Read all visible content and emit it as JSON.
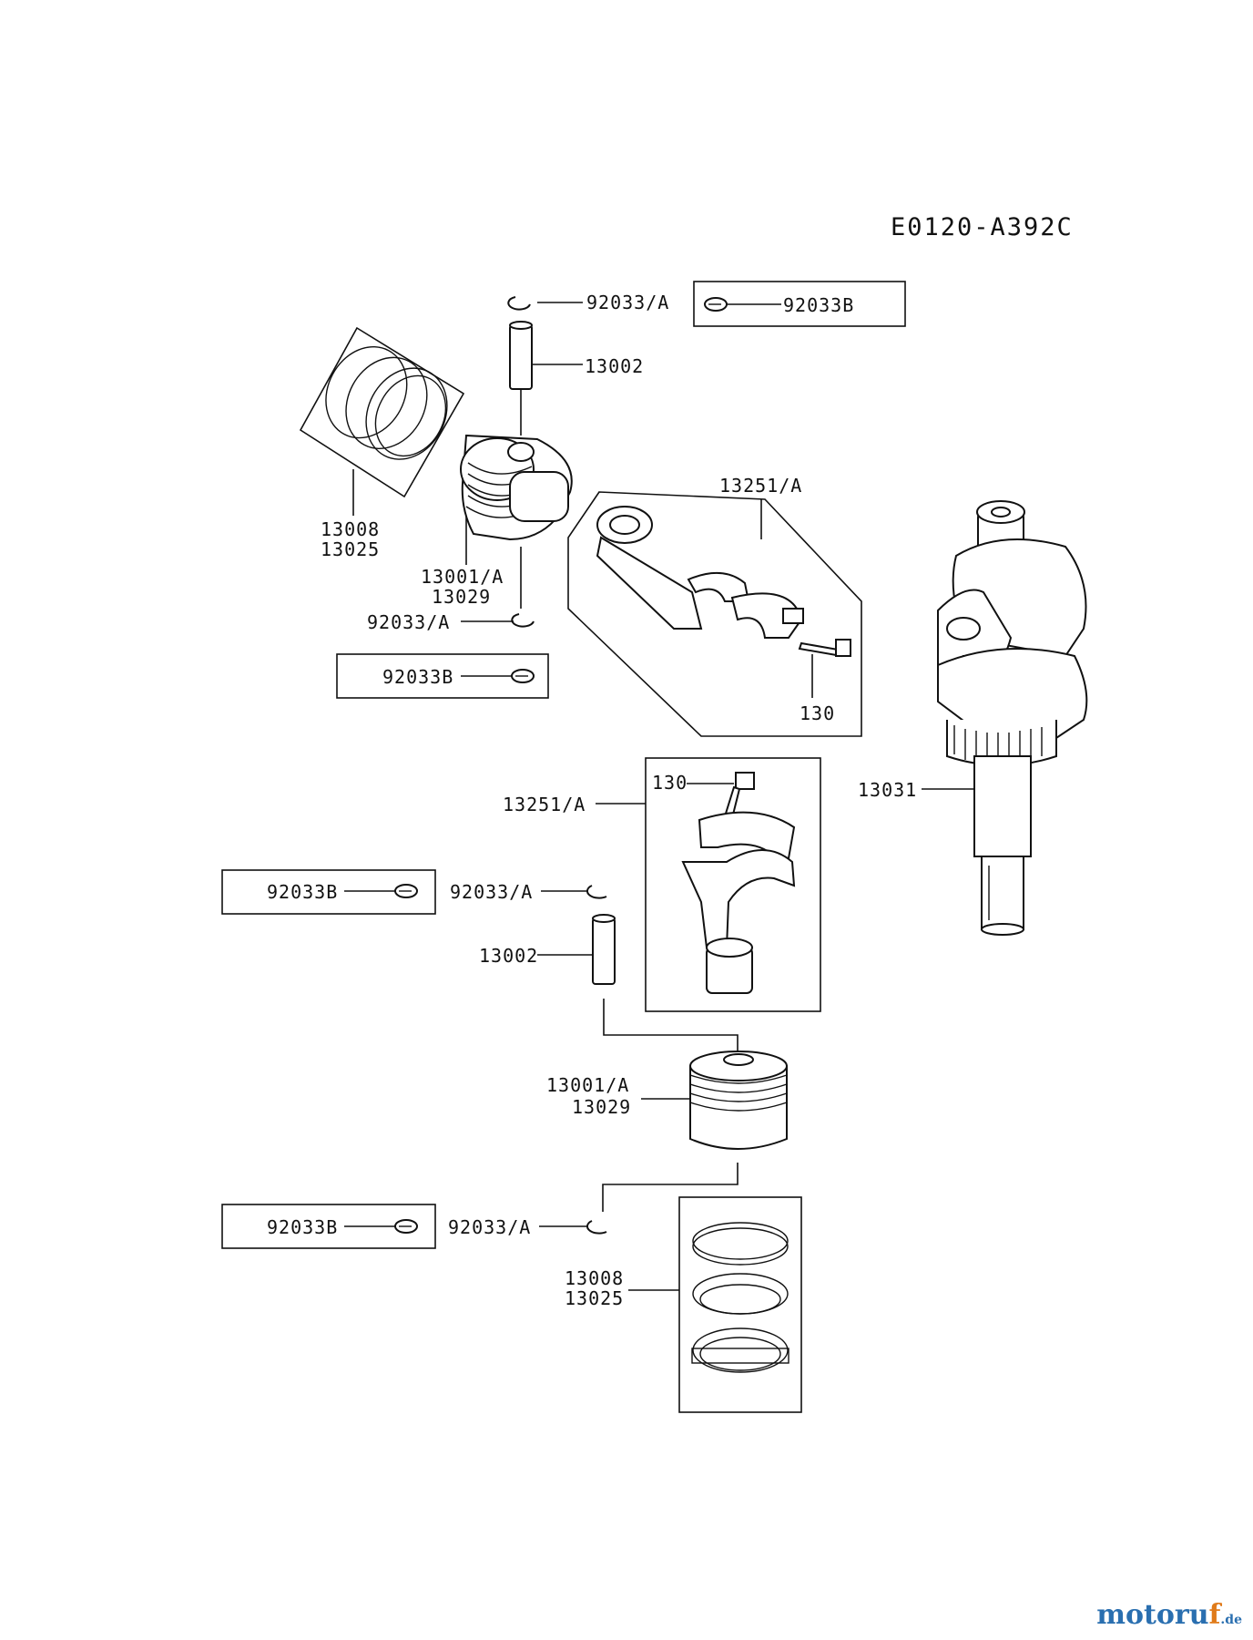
{
  "diagram_code": "E0120-A392C",
  "labels": {
    "p92033a_top": "92033/A",
    "p92033b_top": "92033B",
    "p13002_top": "13002",
    "p13008_top": "13008",
    "p13025_top": "13025",
    "p13001a_top": "13001/A",
    "p13029_top": "13029",
    "p92033a_mid": "92033/A",
    "p92033b_mid": "92033B",
    "p13251a_top": "13251/A",
    "p130_top": "130",
    "p13031": "13031",
    "p130_low": "130",
    "p13251a_low": "13251/A",
    "p92033b_low1": "92033B",
    "p92033a_low1": "92033/A",
    "p13002_low": "13002",
    "p13001a_low": "13001/A",
    "p13029_low": "13029",
    "p92033b_low2": "92033B",
    "p92033a_low2": "92033/A",
    "p13008_low": "13008",
    "p13025_low": "13025"
  },
  "watermark": {
    "main": "motoru",
    "accent": "f",
    "tld": ".de"
  }
}
